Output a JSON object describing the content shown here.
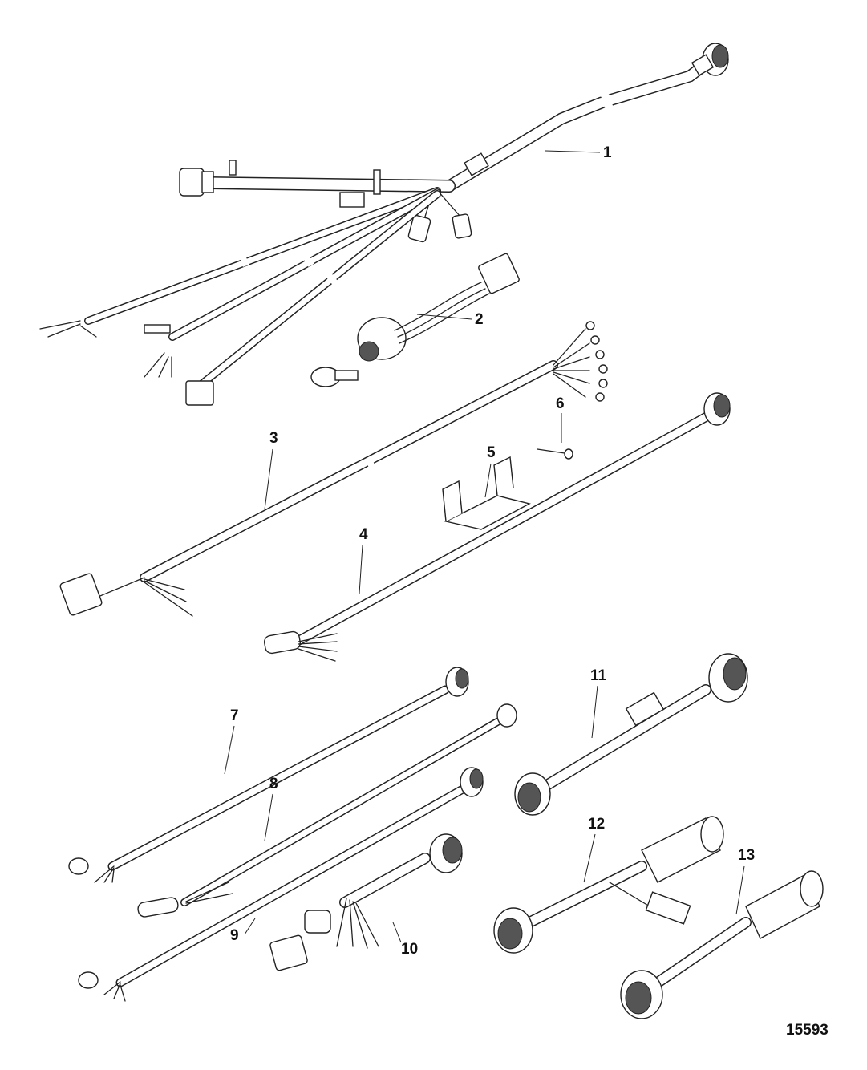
{
  "figure": {
    "number": "15593",
    "callouts": [
      "1",
      "2",
      "3",
      "4",
      "5",
      "6",
      "7",
      "8",
      "9",
      "10",
      "11",
      "12",
      "13"
    ]
  },
  "colors": {
    "line": "#222222",
    "background": "#ffffff"
  }
}
